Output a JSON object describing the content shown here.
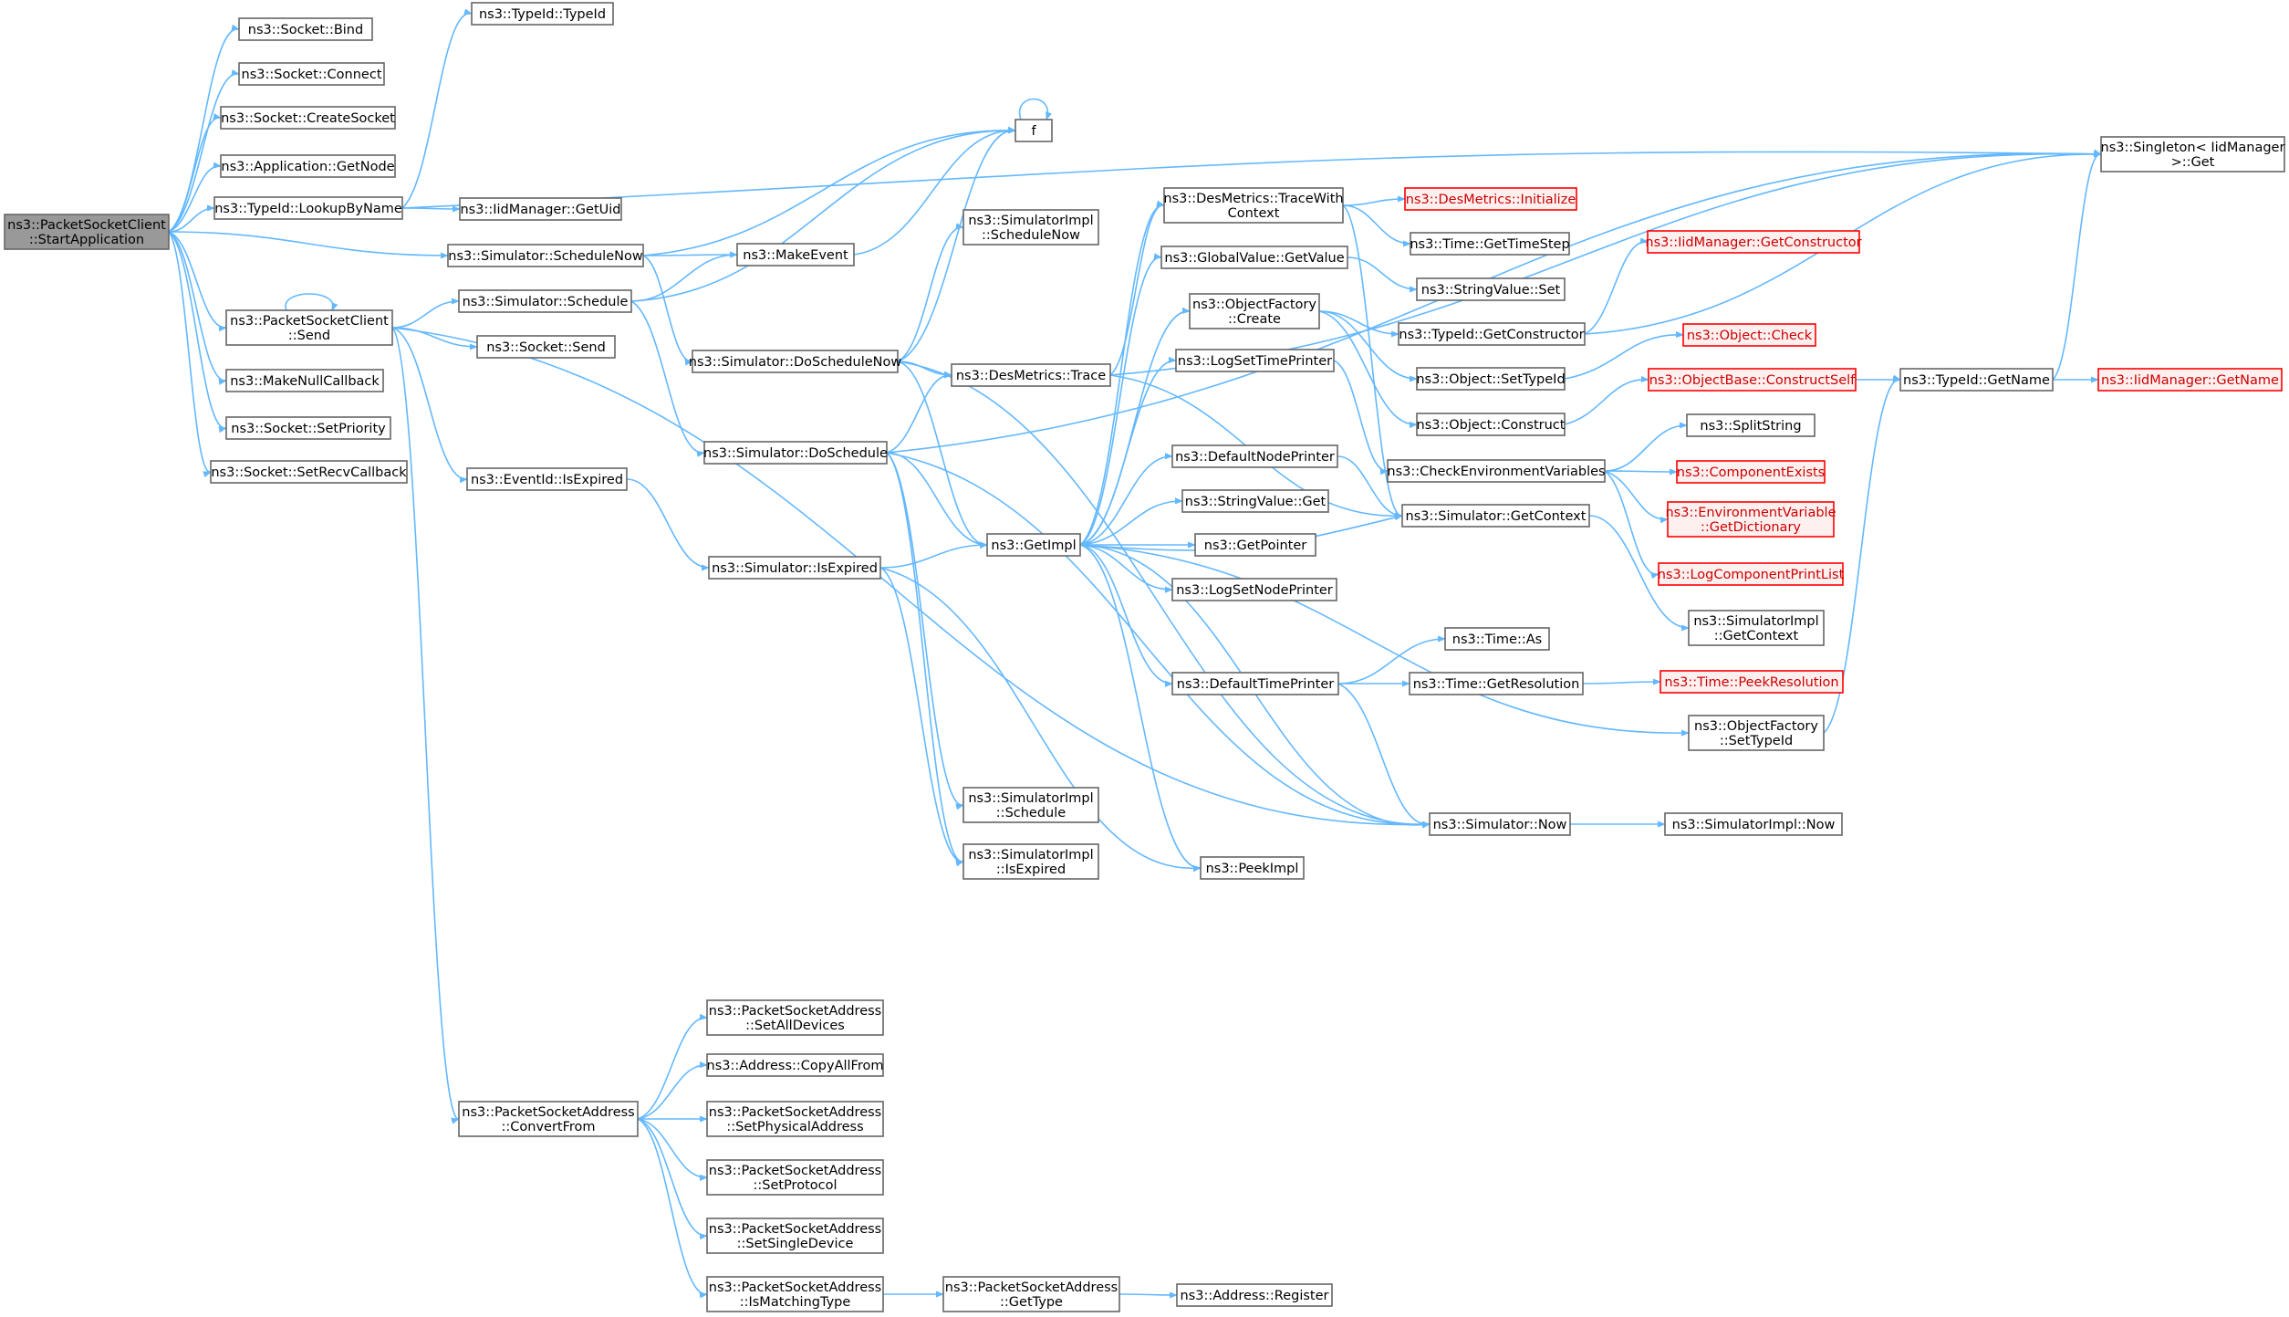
{
  "colors": {
    "edge": "#63b8ff",
    "root_fill": "#999999",
    "node_border": "#666666",
    "truncated_border": "#ff0000",
    "truncated_fill": "#fff0f0"
  },
  "nodes": {
    "start_application": {
      "lines": [
        "ns3::PacketSocketClient",
        "::StartApplication"
      ],
      "kind": "root"
    },
    "socket_bind": {
      "lines": [
        "ns3::Socket::Bind"
      ],
      "kind": "normal"
    },
    "socket_connect": {
      "lines": [
        "ns3::Socket::Connect"
      ],
      "kind": "normal"
    },
    "socket_createsocket": {
      "lines": [
        "ns3::Socket::CreateSocket"
      ],
      "kind": "normal"
    },
    "application_getnode": {
      "lines": [
        "ns3::Application::GetNode"
      ],
      "kind": "normal"
    },
    "typeid_lookupbyname": {
      "lines": [
        "ns3::TypeId::LookupByName"
      ],
      "kind": "normal"
    },
    "packetsocketclient_send": {
      "lines": [
        "ns3::PacketSocketClient",
        "::Send"
      ],
      "kind": "normal"
    },
    "makenullcallback": {
      "lines": [
        "ns3::MakeNullCallback"
      ],
      "kind": "normal"
    },
    "socket_setpriority": {
      "lines": [
        "ns3::Socket::SetPriority"
      ],
      "kind": "normal"
    },
    "socket_setrecvcallback": {
      "lines": [
        "ns3::Socket::SetRecvCallback"
      ],
      "kind": "normal"
    },
    "typeid_typeid": {
      "lines": [
        "ns3::TypeId::TypeId"
      ],
      "kind": "normal"
    },
    "iidmanager_getuid": {
      "lines": [
        "ns3::IidManager::GetUid"
      ],
      "kind": "normal"
    },
    "simulator_schedulenow": {
      "lines": [
        "ns3::Simulator::ScheduleNow"
      ],
      "kind": "normal"
    },
    "simulator_schedule": {
      "lines": [
        "ns3::Simulator::Schedule"
      ],
      "kind": "normal"
    },
    "socket_send": {
      "lines": [
        "ns3::Socket::Send"
      ],
      "kind": "normal"
    },
    "eventid_isexpired": {
      "lines": [
        "ns3::EventId::IsExpired"
      ],
      "kind": "normal"
    },
    "packetsocketaddress_convertfrom": {
      "lines": [
        "ns3::PacketSocketAddress",
        "::ConvertFrom"
      ],
      "kind": "normal"
    },
    "f": {
      "lines": [
        "f"
      ],
      "kind": "normal"
    },
    "makeevent": {
      "lines": [
        "ns3::MakeEvent"
      ],
      "kind": "normal"
    },
    "simulatorimpl_schedulenow": {
      "lines": [
        "ns3::SimulatorImpl",
        "::ScheduleNow"
      ],
      "kind": "normal"
    },
    "simulator_doschedulenow": {
      "lines": [
        "ns3::Simulator::DoScheduleNow"
      ],
      "kind": "normal"
    },
    "simulator_doschedule": {
      "lines": [
        "ns3::Simulator::DoSchedule"
      ],
      "kind": "normal"
    },
    "simulator_isexpired": {
      "lines": [
        "ns3::Simulator::IsExpired"
      ],
      "kind": "normal"
    },
    "desmetrics_trace": {
      "lines": [
        "ns3::DesMetrics::Trace"
      ],
      "kind": "normal"
    },
    "getimpl": {
      "lines": [
        "ns3::GetImpl"
      ],
      "kind": "normal"
    },
    "simulatorimpl_schedule": {
      "lines": [
        "ns3::SimulatorImpl",
        "::Schedule"
      ],
      "kind": "normal"
    },
    "simulatorimpl_isexpired": {
      "lines": [
        "ns3::SimulatorImpl",
        "::IsExpired"
      ],
      "kind": "normal"
    },
    "peekimpl": {
      "lines": [
        "ns3::PeekImpl"
      ],
      "kind": "normal"
    },
    "desmetrics_tracewithcontext": {
      "lines": [
        "ns3::DesMetrics::TraceWith",
        "Context"
      ],
      "kind": "normal"
    },
    "globalvalue_getvalue": {
      "lines": [
        "ns3::GlobalValue::GetValue"
      ],
      "kind": "normal"
    },
    "objectfactory_create": {
      "lines": [
        "ns3::ObjectFactory",
        "::Create"
      ],
      "kind": "normal"
    },
    "logsettimeprinter": {
      "lines": [
        "ns3::LogSetTimePrinter"
      ],
      "kind": "normal"
    },
    "defaultnodeprinter": {
      "lines": [
        "ns3::DefaultNodePrinter"
      ],
      "kind": "normal"
    },
    "stringvalue_get": {
      "lines": [
        "ns3::StringValue::Get"
      ],
      "kind": "normal"
    },
    "getpointer": {
      "lines": [
        "ns3::GetPointer"
      ],
      "kind": "normal"
    },
    "logsetnodeprinter": {
      "lines": [
        "ns3::LogSetNodePrinter"
      ],
      "kind": "normal"
    },
    "defaulttimeprinter": {
      "lines": [
        "ns3::DefaultTimePrinter"
      ],
      "kind": "normal"
    },
    "desmetrics_initialize": {
      "lines": [
        "ns3::DesMetrics::Initialize"
      ],
      "kind": "trunc"
    },
    "time_gettimestep": {
      "lines": [
        "ns3::Time::GetTimeStep"
      ],
      "kind": "normal"
    },
    "stringvalue_set": {
      "lines": [
        "ns3::StringValue::Set"
      ],
      "kind": "normal"
    },
    "typeid_getconstructor": {
      "lines": [
        "ns3::TypeId::GetConstructor"
      ],
      "kind": "normal"
    },
    "object_settypeid": {
      "lines": [
        "ns3::Object::SetTypeId"
      ],
      "kind": "normal"
    },
    "object_construct": {
      "lines": [
        "ns3::Object::Construct"
      ],
      "kind": "normal"
    },
    "checkenvironmentvariables": {
      "lines": [
        "ns3::CheckEnvironmentVariables"
      ],
      "kind": "normal"
    },
    "simulator_getcontext": {
      "lines": [
        "ns3::Simulator::GetContext"
      ],
      "kind": "normal"
    },
    "simulatorimpl_getcontext": {
      "lines": [
        "ns3::SimulatorImpl",
        "::GetContext"
      ],
      "kind": "normal"
    },
    "time_as": {
      "lines": [
        "ns3::Time::As"
      ],
      "kind": "normal"
    },
    "time_getresolution": {
      "lines": [
        "ns3::Time::GetResolution"
      ],
      "kind": "normal"
    },
    "objectfactory_settypeid": {
      "lines": [
        "ns3::ObjectFactory",
        "::SetTypeId"
      ],
      "kind": "normal"
    },
    "simulator_now": {
      "lines": [
        "ns3::Simulator::Now"
      ],
      "kind": "normal"
    },
    "simulatorimpl_now": {
      "lines": [
        "ns3::SimulatorImpl::Now"
      ],
      "kind": "normal"
    },
    "iidmanager_getconstructor": {
      "lines": [
        "ns3::IidManager::GetConstructor"
      ],
      "kind": "trunc"
    },
    "object_check": {
      "lines": [
        "ns3::Object::Check"
      ],
      "kind": "trunc"
    },
    "objectbase_constructself": {
      "lines": [
        "ns3::ObjectBase::ConstructSelf"
      ],
      "kind": "trunc"
    },
    "splitstring": {
      "lines": [
        "ns3::SplitString"
      ],
      "kind": "normal"
    },
    "componentexists": {
      "lines": [
        "ns3::ComponentExists"
      ],
      "kind": "trunc"
    },
    "environmentvariable_getdictionary": {
      "lines": [
        "ns3::EnvironmentVariable",
        "::GetDictionary"
      ],
      "kind": "trunc"
    },
    "logcomponentprintlist": {
      "lines": [
        "ns3::LogComponentPrintList"
      ],
      "kind": "trunc"
    },
    "time_peekresolution": {
      "lines": [
        "ns3::Time::PeekResolution"
      ],
      "kind": "trunc"
    },
    "singleton_get": {
      "lines": [
        "ns3::Singleton< IidManager",
        " >::Get"
      ],
      "kind": "normal"
    },
    "typeid_getname": {
      "lines": [
        "ns3::TypeId::GetName"
      ],
      "kind": "normal"
    },
    "iidmanager_getname": {
      "lines": [
        "ns3::IidManager::GetName"
      ],
      "kind": "trunc"
    },
    "psa_setalldevices": {
      "lines": [
        "ns3::PacketSocketAddress",
        "::SetAllDevices"
      ],
      "kind": "normal"
    },
    "address_copyallfrom": {
      "lines": [
        "ns3::Address::CopyAllFrom"
      ],
      "kind": "normal"
    },
    "psa_setphysicaladdress": {
      "lines": [
        "ns3::PacketSocketAddress",
        "::SetPhysicalAddress"
      ],
      "kind": "normal"
    },
    "psa_setprotocol": {
      "lines": [
        "ns3::PacketSocketAddress",
        "::SetProtocol"
      ],
      "kind": "normal"
    },
    "psa_setsingledevice": {
      "lines": [
        "ns3::PacketSocketAddress",
        "::SetSingleDevice"
      ],
      "kind": "normal"
    },
    "psa_ismatchingtype": {
      "lines": [
        "ns3::PacketSocketAddress",
        "::IsMatchingType"
      ],
      "kind": "normal"
    },
    "psa_gettype": {
      "lines": [
        "ns3::PacketSocketAddress",
        "::GetType"
      ],
      "kind": "normal"
    },
    "address_register": {
      "lines": [
        "ns3::Address::Register"
      ],
      "kind": "normal"
    }
  }
}
